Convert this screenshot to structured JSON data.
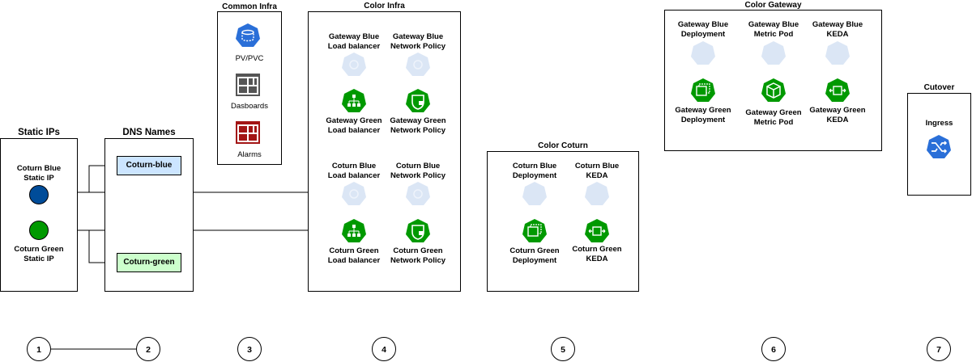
{
  "colors": {
    "blue_fill": "#cce5ff",
    "green_fill": "#ccffcc",
    "blue_dot": "#004c99",
    "green_dot": "#009900",
    "k8s_blue": "#2a6fd8",
    "k8s_green": "#009900",
    "faded": "#dbe6f5"
  },
  "static_ips": {
    "title": "Static IPs",
    "blue": "Coturn Blue\nStatic IP",
    "green": "Coturn Green\nStatic IP"
  },
  "dns": {
    "title": "DNS Names",
    "blue": "Coturn-blue",
    "green": "Coturn-green"
  },
  "common_infra": {
    "title": "Common Infra",
    "pvc": "PV/PVC",
    "dashboards": "Dasboards",
    "alarms": "Alarms"
  },
  "color_infra": {
    "title": "Color Infra",
    "gw_blue_lb": "Gateway Blue\nLoad balancer",
    "gw_blue_np": "Gateway Blue\nNetwork Policy",
    "gw_green_lb": "Gateway Green\nLoad balancer",
    "gw_green_np": "Gateway Green\nNetwork Policy",
    "ct_blue_lb": "Coturn Blue\nLoad balancer",
    "ct_blue_np": "Coturn Blue\nNetwork Policy",
    "ct_green_lb": "Coturn Green\nLoad balancer",
    "ct_green_np": "Coturn Green\nNetwork Policy"
  },
  "color_coturn": {
    "title": "Color Coturn",
    "blue_deploy": "Coturn Blue\nDeployment",
    "blue_keda": "Coturn Blue\nKEDA",
    "green_deploy": "Coturn Green\nDeployment",
    "green_keda": "Coturn Green\nKEDA"
  },
  "color_gateway": {
    "title": "Color Gateway",
    "blue_deploy": "Gateway Blue\nDeployment",
    "blue_metric": "Gateway Blue\nMetric Pod",
    "blue_keda": "Gateway Blue\nKEDA",
    "green_deploy": "Gateway Green\nDeployment",
    "green_metric": "Gateway Green\nMetric Pod",
    "green_keda": "Gateway Green\nKEDA"
  },
  "cutover": {
    "title": "Cutover",
    "ingress": "Ingress"
  },
  "steps": [
    "1",
    "2",
    "3",
    "4",
    "5",
    "6",
    "7"
  ]
}
